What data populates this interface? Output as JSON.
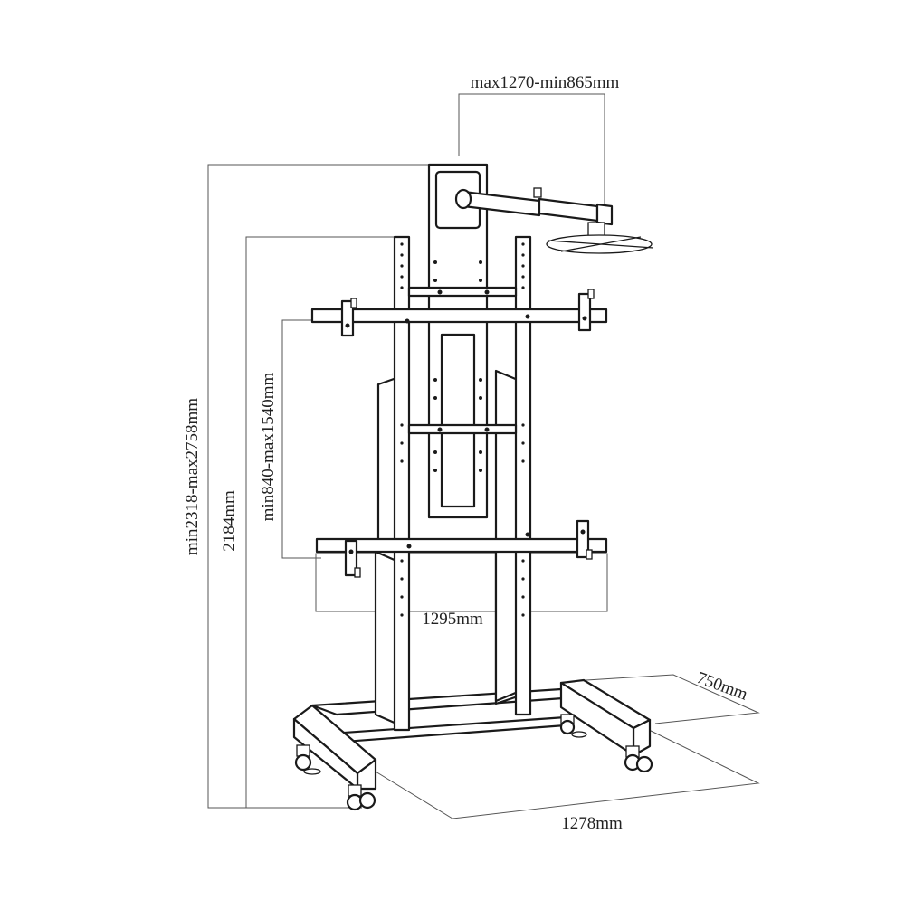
{
  "dimensions": {
    "arm_reach": "max1270-min865mm",
    "total_height": "min2318-max2758mm",
    "column_height": "2184mm",
    "screen_height_range": "min840-max1540mm",
    "bracket_width": "1295mm",
    "base_depth": "750mm",
    "base_width": "1278mm"
  }
}
